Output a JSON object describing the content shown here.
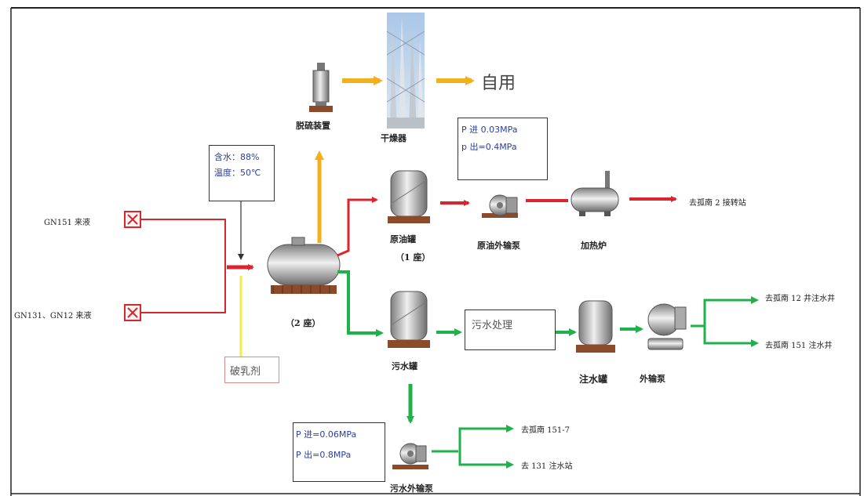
{
  "inflows": {
    "gn151": "GN151 来液",
    "gn131": "GN131、GN12 来液"
  },
  "condition_box": {
    "line1": "含水：88%",
    "line2": "温度：50℃"
  },
  "demulsifier": "破乳剂",
  "separator_label": "（2 座）",
  "desulfurizer_label": "脱硫装置",
  "dryer_label": "干燥器",
  "self_use": "自用",
  "pressure_top": {
    "line1": "P 进 0.03MPa",
    "line2": "p 出=0.4MPa"
  },
  "oil_tank_label": "原油罐",
  "oil_tank_count": "（1 座）",
  "oil_pump_label": "原油外输泵",
  "heater_label": "加热炉",
  "to_station_2": "去孤南 2 接转站",
  "sewage_tank_label": "污水罐",
  "sewage_treatment_label": "污水处理",
  "injection_tank_label": "注水罐",
  "export_pump_label": "外输泵",
  "to_well_12": "去孤南 12 井注水井",
  "to_well_151": "去孤南 151 注水井",
  "pressure_bottom": {
    "line1": "P 进=0.06MPa",
    "line2": "P 出=0.8MPa"
  },
  "sewage_pump_label": "污水外输泵",
  "to_151_7": "去孤南 151-7",
  "to_131": "去 131 注水站",
  "colors": {
    "oil": "#d9262c",
    "gas": "#f2b01e",
    "water": "#1fb24a",
    "demulsifier": "#f5ec4a",
    "equipment": "#b5b5b5",
    "base": "#8b4a2a"
  }
}
